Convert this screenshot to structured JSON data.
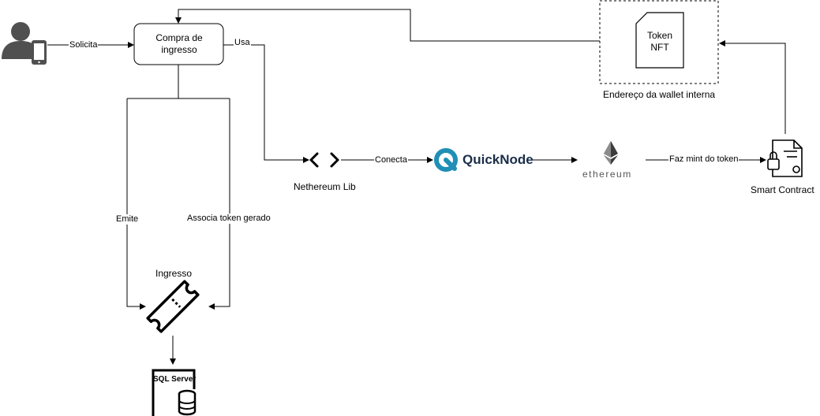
{
  "nodes": {
    "compra": "Compra de ingresso",
    "token_nft": "Token NFT",
    "wallet_caption": "Endereço da wallet interna",
    "nethereum": "Nethereum Lib",
    "quicknode": "QuickNode",
    "ethereum": "ethereum",
    "smart_contract": "Smart Contract",
    "ingresso": "Ingresso",
    "sql_server": "SQL Server"
  },
  "edges": {
    "solicita": "Solicita",
    "usa": "Usa",
    "conecta": "Conecta",
    "faz_mint": "Faz mint do token",
    "emite": "Emite",
    "associa": "Associa token gerado"
  },
  "colors": {
    "line": "#000000",
    "quicknode_accent": "#1f8fb6",
    "ethereum_logo": "#3c3c3d",
    "user_icon": "#505050"
  },
  "icons": [
    "user-icon",
    "phone-icon",
    "code-brackets-icon",
    "quicknode-logo-icon",
    "ethereum-logo-icon",
    "smart-contract-icon",
    "document-icon",
    "ticket-icon",
    "database-icon"
  ]
}
